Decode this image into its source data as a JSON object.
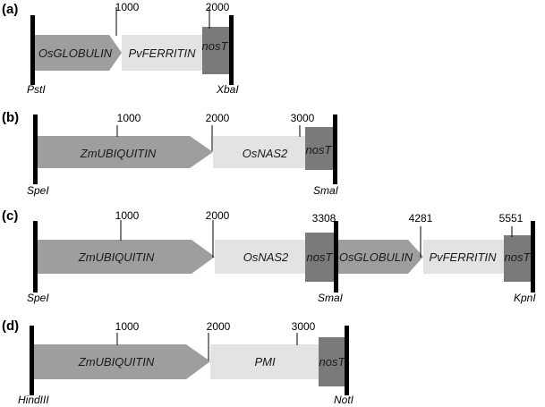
{
  "panels": [
    {
      "label": "(a)",
      "segments": [
        {
          "name": "OsGLOBULIN",
          "kind": "promoter"
        },
        {
          "name": "PvFERRITIN",
          "kind": "gene"
        },
        {
          "name": "nosT",
          "kind": "terminator"
        }
      ],
      "ticks": [
        "1000",
        "2000"
      ],
      "sites": [
        "PstI",
        "XbaI"
      ]
    },
    {
      "label": "(b)",
      "segments": [
        {
          "name": "ZmUBIQUITIN",
          "kind": "promoter"
        },
        {
          "name": "OsNAS2",
          "kind": "gene"
        },
        {
          "name": "nosT",
          "kind": "terminator"
        }
      ],
      "ticks": [
        "1000",
        "2000",
        "3000"
      ],
      "sites": [
        "SpeI",
        "SmaI"
      ]
    },
    {
      "label": "(c)",
      "segments": [
        {
          "name": "ZmUBIQUITIN",
          "kind": "promoter"
        },
        {
          "name": "OsNAS2",
          "kind": "gene"
        },
        {
          "name": "nosT",
          "kind": "terminator"
        },
        {
          "name": "OsGLOBULIN",
          "kind": "promoter"
        },
        {
          "name": "PvFERRITIN",
          "kind": "gene"
        },
        {
          "name": "nosT",
          "kind": "terminator"
        }
      ],
      "ticks": [
        "1000",
        "2000",
        "3308",
        "4281",
        "5551"
      ],
      "sites": [
        "SpeI",
        "SmaI",
        "KpnI"
      ]
    },
    {
      "label": "(d)",
      "segments": [
        {
          "name": "ZmUBIQUITIN",
          "kind": "promoter"
        },
        {
          "name": "PMI",
          "kind": "gene"
        },
        {
          "name": "nosT",
          "kind": "terminator"
        }
      ],
      "ticks": [
        "1000",
        "2000",
        "3000"
      ],
      "sites": [
        "HindIII",
        "NotI"
      ]
    }
  ],
  "colors": {
    "promoter": "#9e9e9e",
    "gene": "#e3e3e3",
    "terminator": "#7a7a7a",
    "site_bar": "#000000",
    "tick": "#000000"
  }
}
